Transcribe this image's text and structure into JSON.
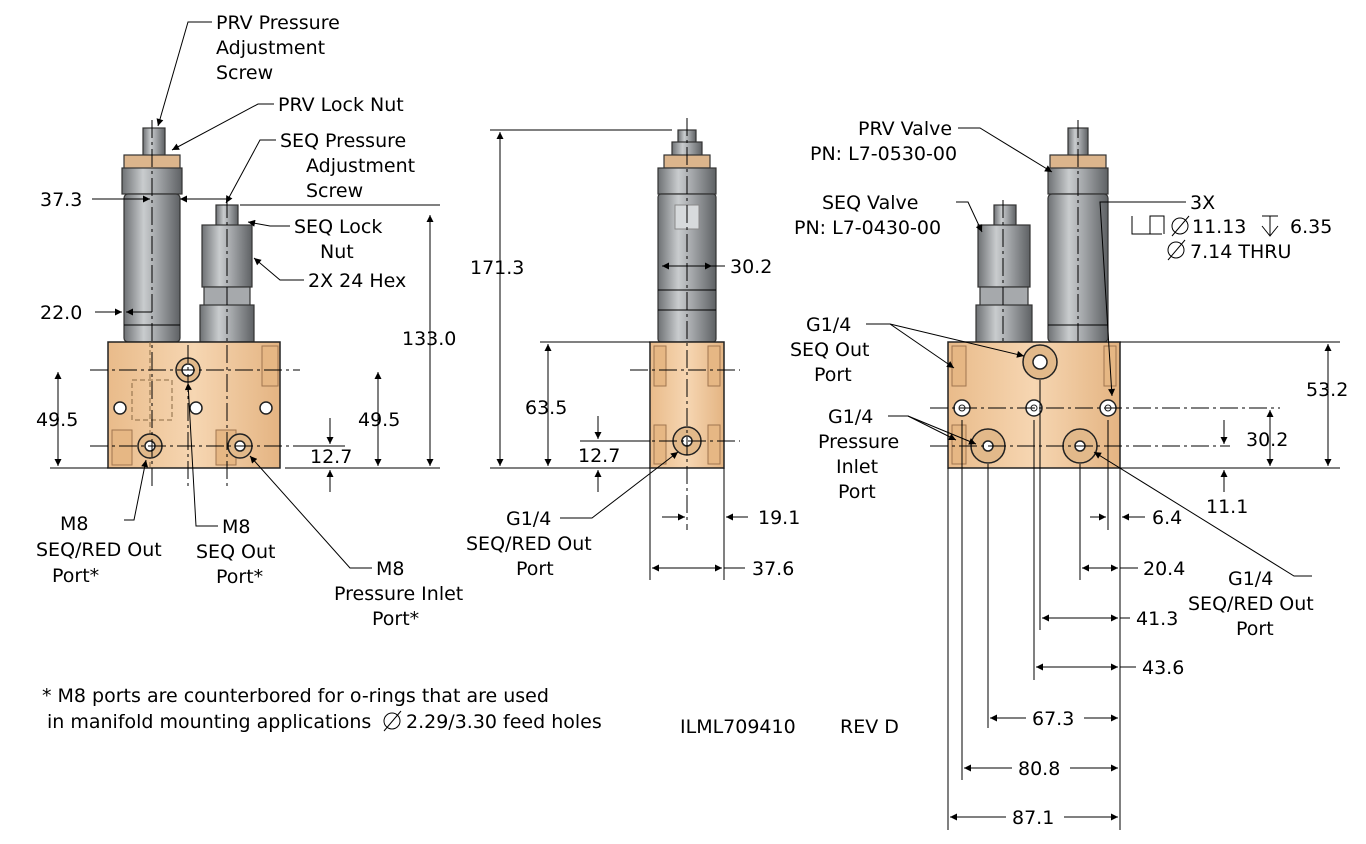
{
  "colors": {
    "block": "#f0c9a0",
    "block_edge": "#c89b70",
    "cartridge": "#8f9295",
    "cartridge_light": "#c4c7ca",
    "nut": "#d9b48c"
  },
  "left_view": {
    "callouts": {
      "prv_adjust": [
        "PRV Pressure",
        "Adjustment",
        "Screw"
      ],
      "prv_lock": "PRV Lock Nut",
      "seq_adjust": [
        "SEQ Pressure",
        "Adjustment",
        "Screw"
      ],
      "seq_lock": [
        "SEQ Lock",
        "Nut"
      ],
      "hex": "2X 24 Hex",
      "m8_seq_red": [
        "M8",
        "SEQ/RED Out",
        "Port*"
      ],
      "m8_seq_out": [
        "M8",
        "SEQ Out",
        "Port*"
      ],
      "m8_inlet": [
        "M8",
        "Pressure Inlet",
        "Port*"
      ]
    },
    "dims": {
      "d37_3": "37.3",
      "d22_0": "22.0",
      "d133_0": "133.0",
      "d49_5_left": "49.5",
      "d49_5_right": "49.5",
      "d12_7": "12.7"
    }
  },
  "middle_view": {
    "dims": {
      "d171_3": "171.3",
      "d30_2": "30.2",
      "d63_5": "63.5",
      "d12_7": "12.7",
      "d19_1": "19.1",
      "d37_6": "37.6"
    },
    "callouts": {
      "g14_seq_red": [
        "G1/4",
        "SEQ/RED Out",
        "Port"
      ]
    }
  },
  "right_view": {
    "callouts": {
      "prv_valve": [
        "PRV Valve",
        "PN: L7-0530-00"
      ],
      "seq_valve": [
        "SEQ Valve",
        "PN: L7-0430-00"
      ],
      "g14_seq_out": [
        "G1/4",
        "SEQ Out",
        "Port"
      ],
      "g14_inlet": [
        "G1/4",
        "Pressure",
        "Inlet",
        "Port"
      ],
      "g14_seq_red": [
        "G1/4",
        "SEQ/RED Out",
        "Port"
      ],
      "mount_3x": "3X",
      "mount_cbore": "11.13",
      "mount_depth": "6.35",
      "mount_thru": "7.14 THRU"
    },
    "dims": {
      "d53_2": "53.2",
      "d30_2": "30.2",
      "d11_1": "11.1",
      "d6_4": "6.4",
      "d20_4": "20.4",
      "d41_3": "41.3",
      "d43_6": "43.6",
      "d67_3": "67.3",
      "d80_8": "80.8",
      "d87_1": "87.1"
    }
  },
  "footnote": [
    "* M8 ports are counterbored for o-rings that are used",
    "in manifold mounting applications",
    "2.29/3.30 feed holes"
  ],
  "drawing_number": "ILML709410",
  "revision": "REV D"
}
